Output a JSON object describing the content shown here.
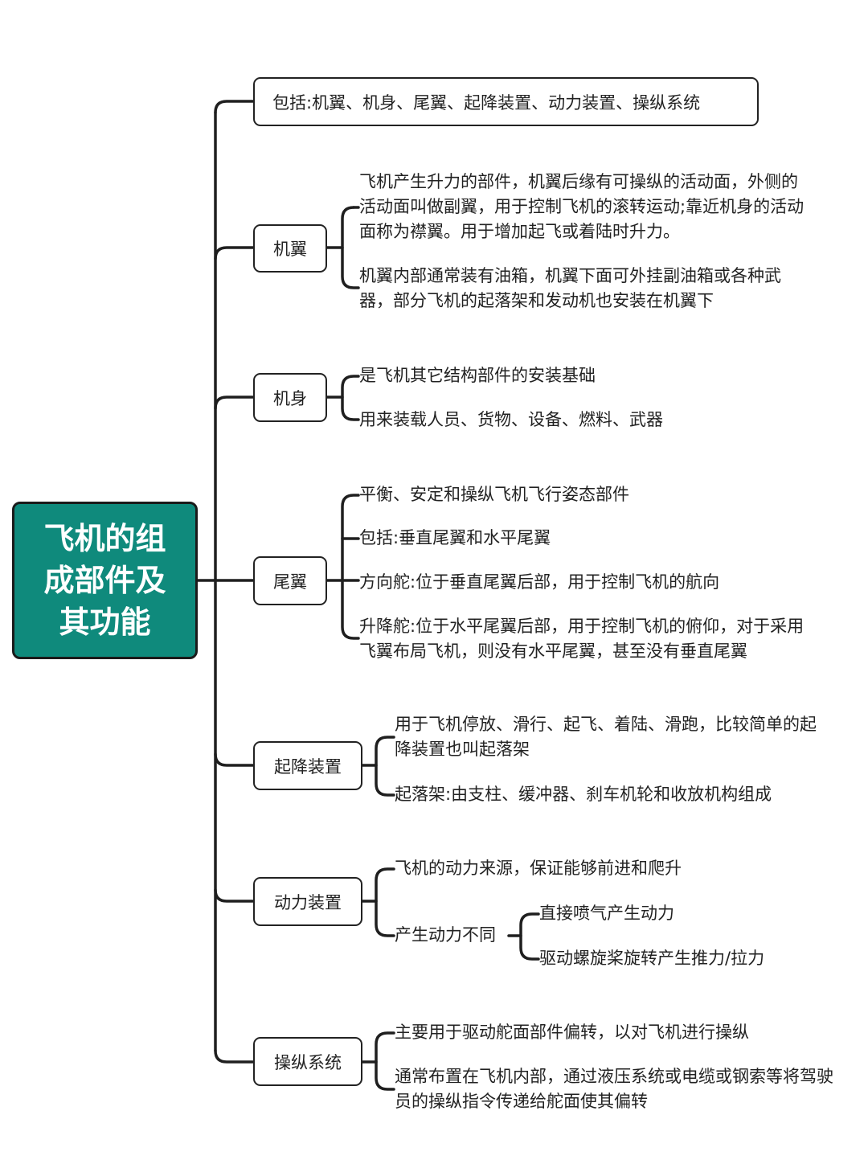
{
  "root": {
    "title": "飞机的组成部件及其功能"
  },
  "summary": "包括:机翼、机身、尾翼、起降装置、动力装置、操纵系统",
  "branches": [
    {
      "label": "机翼",
      "leaves": [
        [
          "飞机产生升力的部件，机翼后缘有可操纵的活动面，外侧的",
          "活动面叫做副翼，用于控制飞机的滚转运动;靠近机身的活动",
          "面称为襟翼。用于增加起飞或着陆时升力。"
        ],
        [
          "机翼内部通常装有油箱，机翼下面可外挂副油箱或各种武",
          "器，部分飞机的起落架和发动机也安装在机翼下"
        ]
      ]
    },
    {
      "label": "机身",
      "leaves": [
        [
          "是飞机其它结构部件的安装基础"
        ],
        [
          "用来装载人员、货物、设备、燃料、武器"
        ]
      ]
    },
    {
      "label": "尾翼",
      "leaves": [
        [
          "平衡、安定和操纵飞机飞行姿态部件"
        ],
        [
          "包括:垂直尾翼和水平尾翼"
        ],
        [
          "方向舵:位于垂直尾翼后部，用于控制飞机的航向"
        ],
        [
          "升降舵:位于水平尾翼后部，用于控制飞机的俯仰，对于采用",
          "飞翼布局飞机，则没有水平尾翼，甚至没有垂直尾翼"
        ]
      ]
    },
    {
      "label": "起降装置",
      "leaves": [
        [
          "用于飞机停放、滑行、起飞、着陆、滑跑，比较简单的起",
          "降装置也叫起落架"
        ],
        [
          "起落架:由支柱、缓冲器、刹车机轮和收放机构组成"
        ]
      ]
    },
    {
      "label": "动力装置",
      "leaves": [
        [
          "飞机的动力来源，保证能够前进和爬升"
        ],
        [
          "产生动力不同"
        ]
      ],
      "subleaves": [
        [
          "直接喷气产生动力"
        ],
        [
          "驱动螺旋桨旋转产生推力/拉力"
        ]
      ]
    },
    {
      "label": "操纵系统",
      "leaves": [
        [
          "主要用于驱动舵面部件偏转，以对飞机进行操纵"
        ],
        [
          "通常布置在飞机内部，通过液压系统或电缆或钢索等将驾驶",
          "员的操纵指令传递给舵面使其偏转"
        ]
      ]
    }
  ]
}
